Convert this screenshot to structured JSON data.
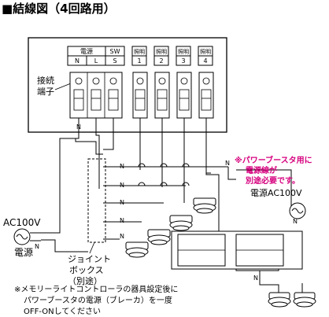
{
  "title": "■結線図（4回路用）",
  "terminal_block": {
    "power_label": "電源",
    "sw_label": "SW",
    "terminals": [
      "N",
      "L",
      "S"
    ],
    "lighting": [
      {
        "label": "照明",
        "number": "1"
      },
      {
        "label": "照明",
        "number": "2"
      },
      {
        "label": "照明",
        "number": "3"
      },
      {
        "label": "照明",
        "number": "4"
      }
    ],
    "side_label_line1": "接続",
    "side_label_line2": "端子",
    "bottom_n": "N"
  },
  "wires": {
    "n_labels": [
      "N",
      "N",
      "N",
      "N",
      "N",
      "N",
      "N",
      "N"
    ]
  },
  "left_power": {
    "voltage": "AC100V",
    "label": "電源",
    "n": "N"
  },
  "joint_box": {
    "line1": "ジョイント",
    "line2": "ボックス",
    "line3": "（別途）"
  },
  "booster_note": {
    "line1": "※パワーブースタ用に",
    "line2": "電源線が",
    "line3": "別途必要です。",
    "color": "#d6007e"
  },
  "right_power": {
    "label": "電源AC100V"
  },
  "footer_note": {
    "line1": "※メモリーライトコントローラの器具設定後に",
    "line2": "パワーブースタの電源（ブレーカ）を一度",
    "line3": "OFF-ONしてください"
  }
}
